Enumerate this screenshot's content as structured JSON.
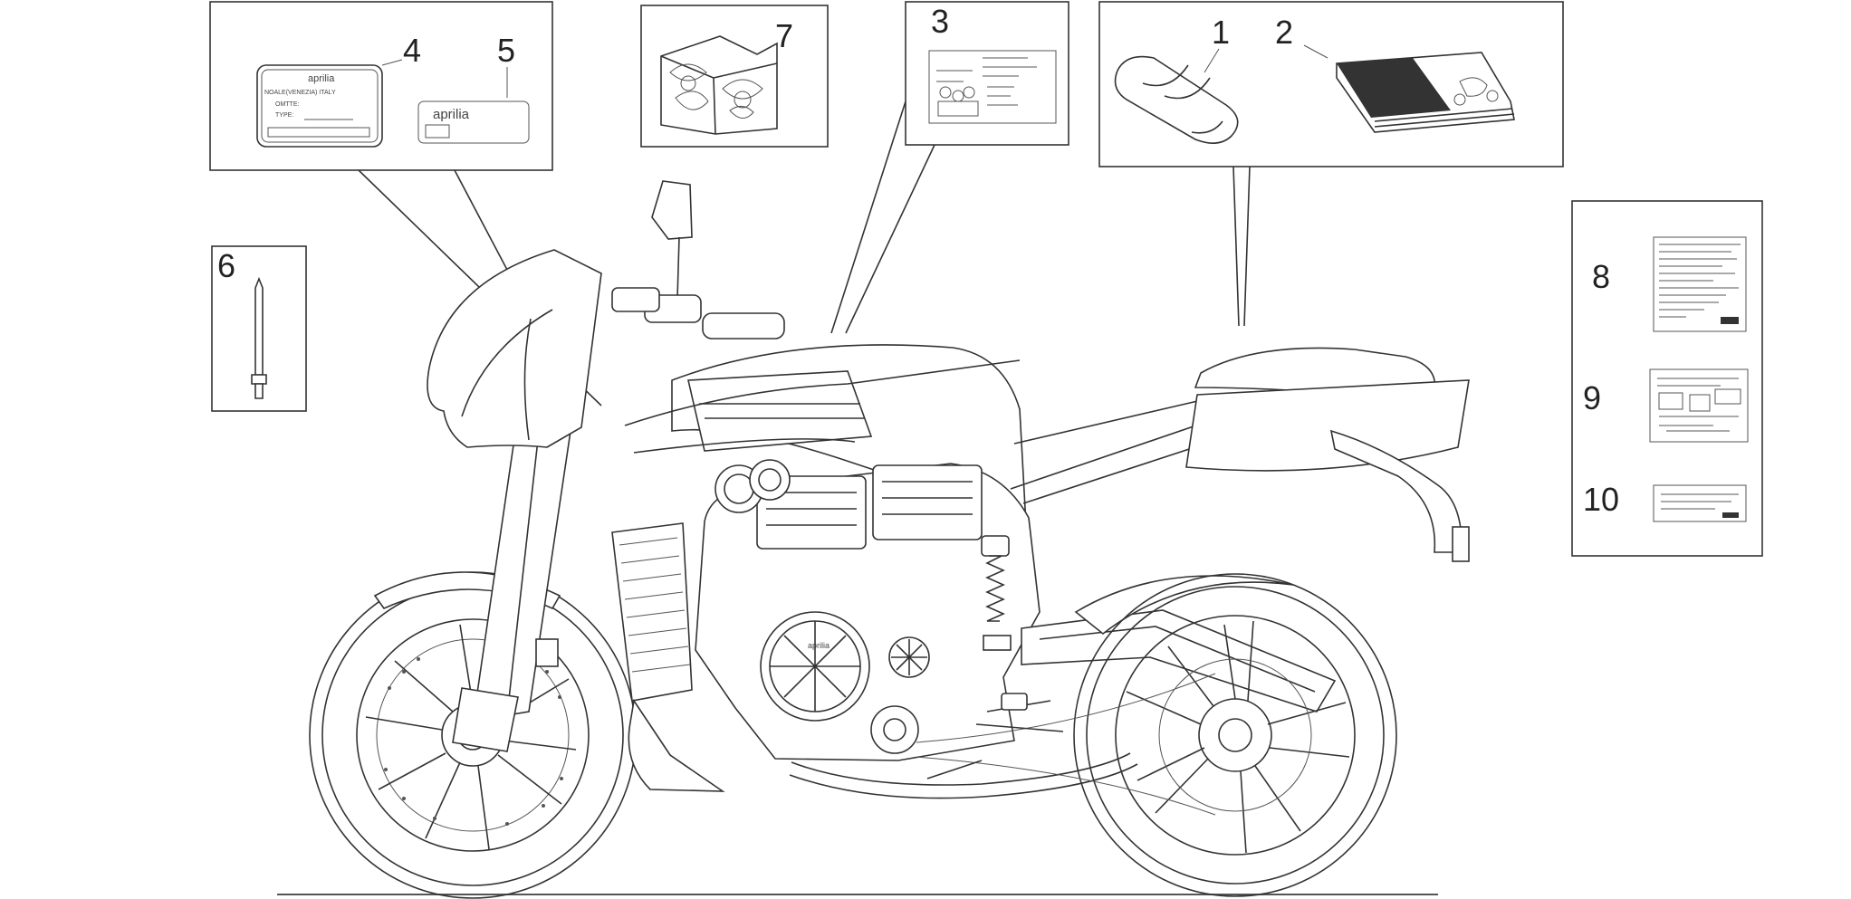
{
  "callouts": {
    "c1": "1",
    "c2": "2",
    "c3": "3",
    "c4": "4",
    "c5": "5",
    "c6": "6",
    "c7": "7",
    "c8": "8",
    "c9": "9",
    "c10": "10"
  },
  "plate": {
    "brand": "aprilia",
    "maker_line": "NOALE(VENEZIA) ITALY",
    "field1": "OMTTE:",
    "field2": "TYPE:"
  },
  "badge": {
    "brand": "aprilia"
  },
  "clutch_cover": {
    "brand": "aprilia"
  }
}
